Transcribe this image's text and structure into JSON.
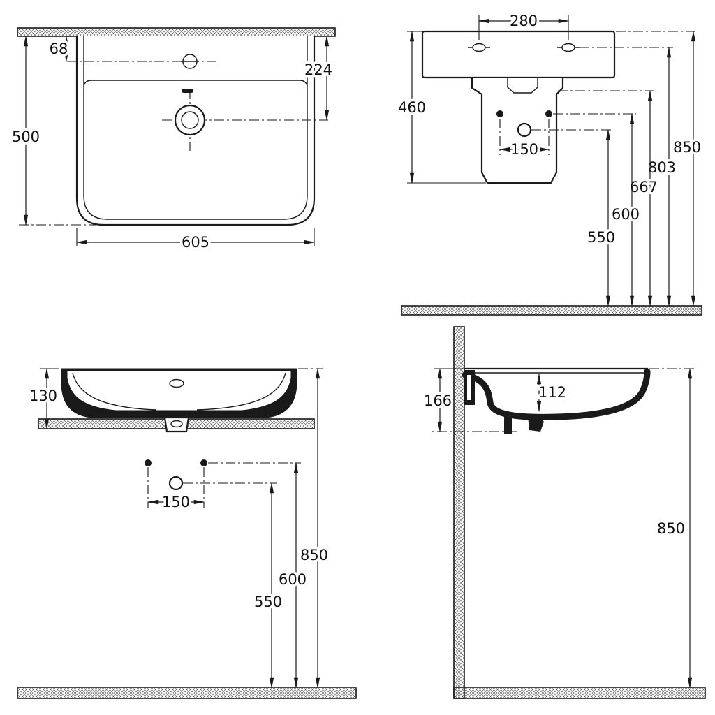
{
  "colors": {
    "line": "#1a1a1a",
    "paper": "#ffffff"
  },
  "views": {
    "plan": {
      "dims": {
        "faucet_offset": "68",
        "drain_offset": "224",
        "depth": "500",
        "width": "605"
      }
    },
    "rear": {
      "dims": {
        "hole_spacing": "280",
        "body_height": "460",
        "bolt_spacing": "150",
        "drain_height": "550",
        "bolt_height": "600",
        "skirt_height": "667",
        "hole_height": "803",
        "rim_height": "850"
      }
    },
    "front": {
      "dims": {
        "basin_height": "130",
        "bolt_spacing": "150",
        "drain_height": "550",
        "bolt_height": "600",
        "rim_height": "850"
      }
    },
    "section": {
      "dims": {
        "overall_height": "166",
        "basin_depth": "112",
        "rim_height": "850"
      }
    }
  }
}
